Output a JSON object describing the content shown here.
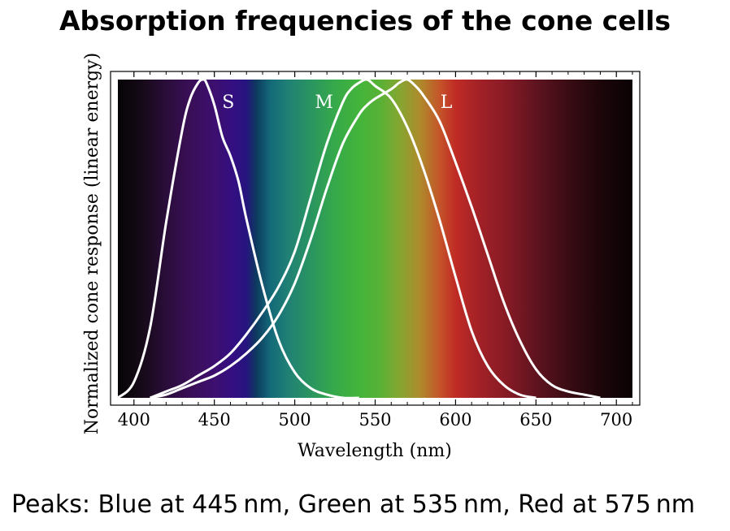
{
  "slide": {
    "title": "Absorption frequencies of the cone cells",
    "caption": "Peaks:  Blue at 445 nm,  Green at 535 nm,  Red at 575 nm"
  },
  "chart_data": {
    "type": "line",
    "title": "",
    "xlabel": "Wavelength (nm)",
    "ylabel": "Normalized cone response (linear energy)",
    "xlim": [
      390,
      710
    ],
    "ylim": [
      0,
      1
    ],
    "x_ticks": [
      400,
      450,
      500,
      550,
      600,
      650,
      700
    ],
    "grid": false,
    "legend": "none",
    "series_labels_on_curves": true,
    "line_color": "#ffffff",
    "background": "visible spectrum gradient",
    "series": [
      {
        "name": "S",
        "x": [
          390,
          400,
          410,
          420,
          430,
          435,
          440,
          443,
          445,
          450,
          455,
          460,
          465,
          470,
          480,
          490,
          500,
          510,
          520,
          530,
          540
        ],
        "y": [
          0.0,
          0.05,
          0.22,
          0.55,
          0.84,
          0.94,
          0.99,
          1.0,
          0.99,
          0.92,
          0.82,
          0.76,
          0.68,
          0.56,
          0.35,
          0.18,
          0.08,
          0.03,
          0.01,
          0.0,
          0.0
        ]
      },
      {
        "name": "M",
        "x": [
          410,
          420,
          430,
          440,
          450,
          460,
          470,
          480,
          490,
          500,
          510,
          520,
          530,
          535,
          540,
          545,
          550,
          560,
          570,
          580,
          590,
          600,
          610,
          620,
          630,
          640,
          650
        ],
        "y": [
          0.0,
          0.02,
          0.04,
          0.07,
          0.1,
          0.14,
          0.2,
          0.27,
          0.35,
          0.46,
          0.63,
          0.8,
          0.93,
          0.97,
          0.99,
          1.0,
          0.98,
          0.94,
          0.85,
          0.72,
          0.56,
          0.38,
          0.21,
          0.1,
          0.04,
          0.01,
          0.0
        ]
      },
      {
        "name": "L",
        "x": [
          410,
          420,
          430,
          440,
          450,
          460,
          470,
          480,
          490,
          500,
          510,
          520,
          530,
          540,
          545,
          550,
          560,
          565,
          570,
          575,
          580,
          590,
          600,
          610,
          620,
          630,
          640,
          650,
          660,
          670,
          680,
          690
        ],
        "y": [
          0.0,
          0.01,
          0.03,
          0.05,
          0.07,
          0.1,
          0.14,
          0.19,
          0.26,
          0.36,
          0.5,
          0.66,
          0.8,
          0.89,
          0.92,
          0.94,
          0.97,
          0.99,
          1.0,
          0.98,
          0.95,
          0.87,
          0.74,
          0.6,
          0.45,
          0.3,
          0.18,
          0.09,
          0.04,
          0.02,
          0.01,
          0.0
        ]
      }
    ]
  }
}
